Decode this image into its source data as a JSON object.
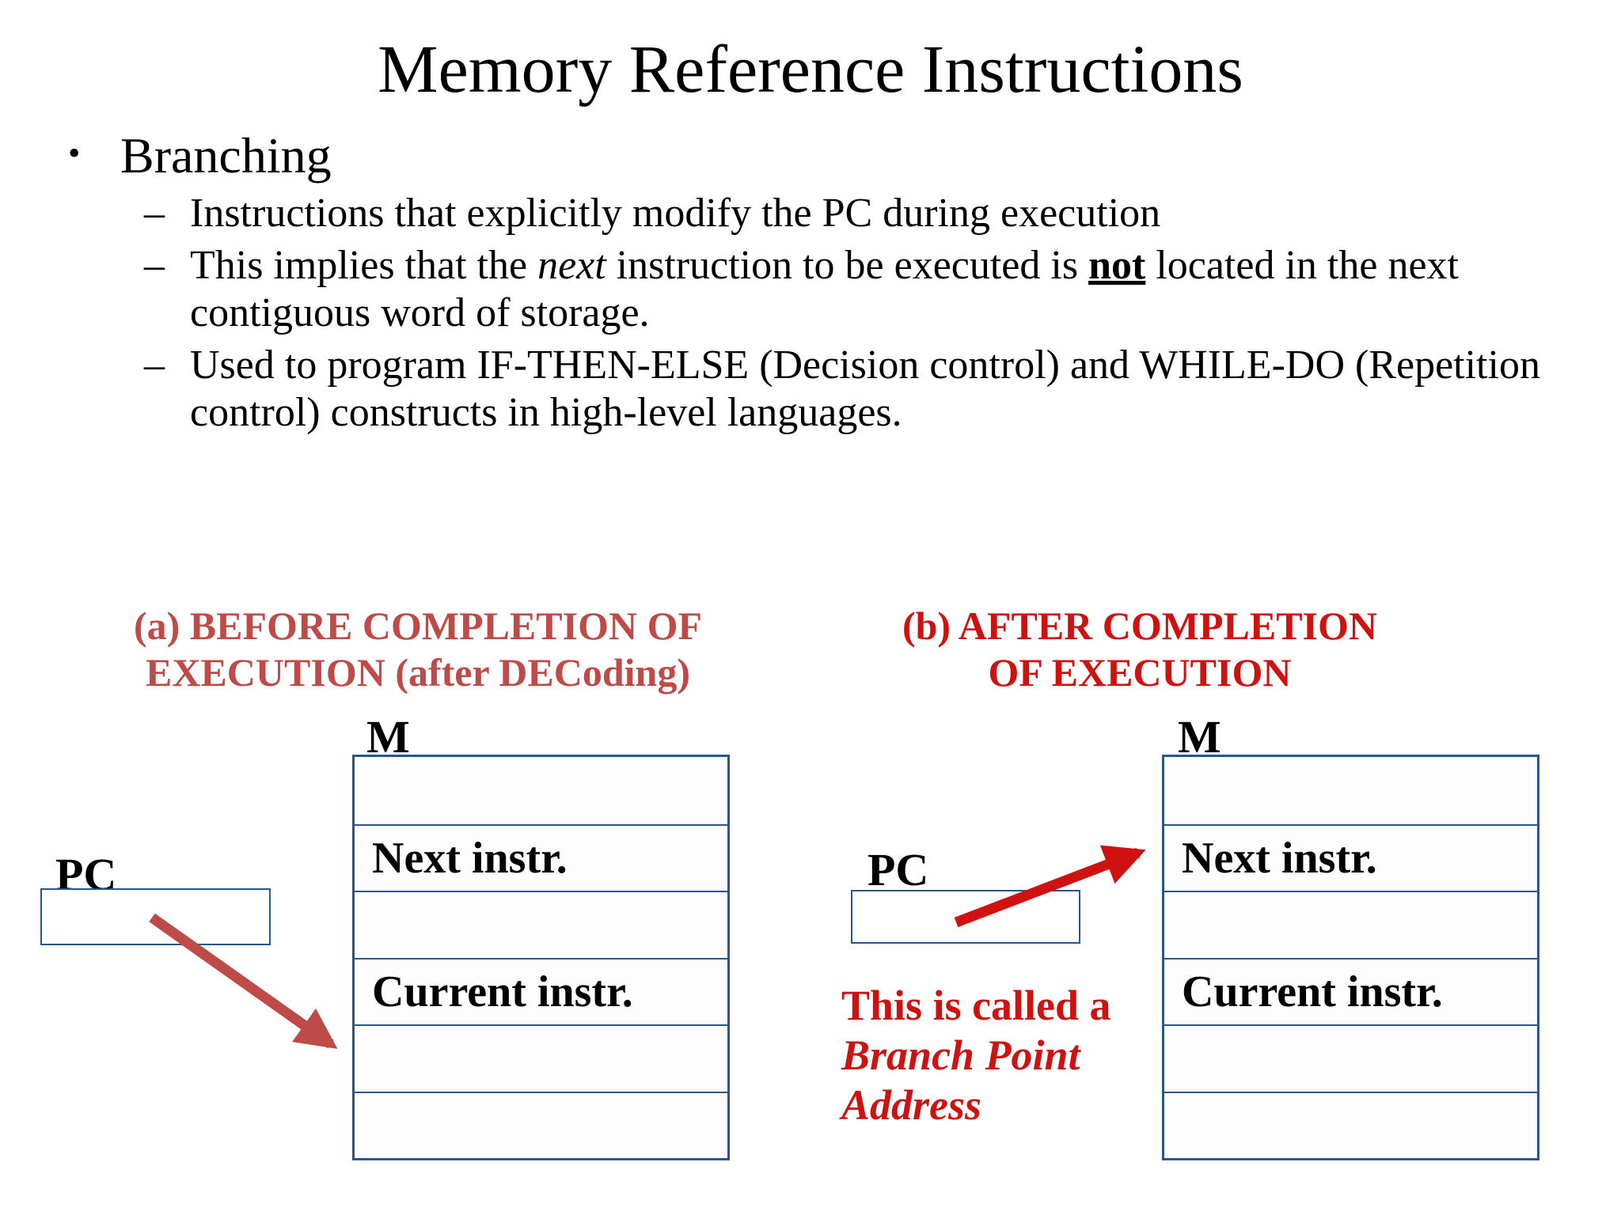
{
  "slide": {
    "title": "Memory Reference Instructions",
    "bullet_char": "•",
    "dash_char": "–",
    "bullet": "Branching",
    "sub_bullets": [
      {
        "segments": [
          "Instructions that explicitly modify the PC during execution"
        ]
      },
      {
        "segments": [
          "This implies that the ",
          "next",
          " instruction to be executed is ",
          "not",
          " located in the next contiguous word of storage."
        ]
      },
      {
        "segments": [
          "Used to program IF-THEN-ELSE (Decision control) and WHILE-DO (Repetition control) constructs in high-level languages."
        ]
      }
    ]
  },
  "diagram_a": {
    "caption_line1": "(a) BEFORE COMPLETION OF",
    "caption_line2": "EXECUTION (after DECoding)",
    "memory_label": "M",
    "pc_label": "PC",
    "rows": [
      "",
      "Next instr.",
      "",
      "Current instr.",
      "",
      ""
    ]
  },
  "diagram_b": {
    "caption_line1": "(b) AFTER COMPLETION",
    "caption_line2": "OF EXECUTION",
    "memory_label": "M",
    "pc_label": "PC",
    "rows": [
      "",
      "Next instr.",
      "",
      "Current instr.",
      "",
      ""
    ],
    "annotation_line1": "This is called a",
    "annotation_line2": "Branch Point",
    "annotation_line3": "Address"
  },
  "colors": {
    "border-blue": "#2a568f",
    "muted-red": "#be4b48",
    "bright-red": "#cf1110",
    "memory-row-fill": "#fdfdfe",
    "text-black": "#000000"
  }
}
